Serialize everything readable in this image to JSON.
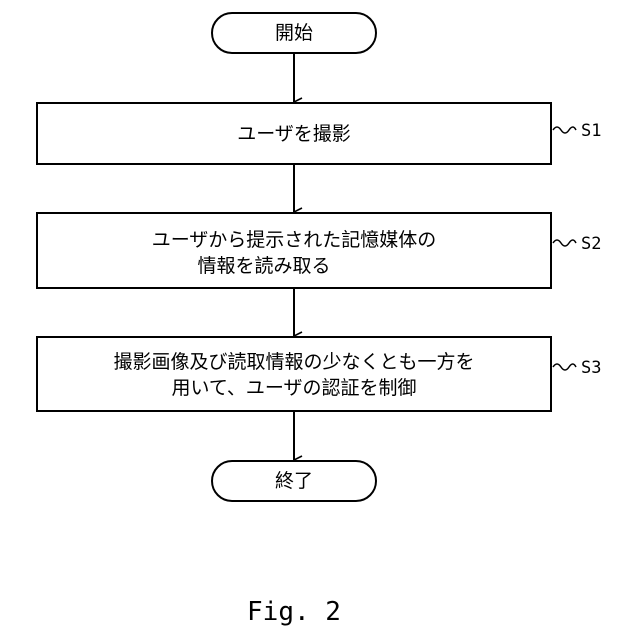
{
  "flowchart": {
    "start": {
      "label": "開始"
    },
    "steps": [
      {
        "id": "S1",
        "lines": [
          "ユーザを撮影"
        ]
      },
      {
        "id": "S2",
        "lines": [
          "ユーザから提示された記憶媒体の",
          "情報を読み取る"
        ]
      },
      {
        "id": "S3",
        "lines": [
          "撮影画像及び読取情報の少なくとも一方を",
          "用いて、ユーザの認証を制御"
        ]
      }
    ],
    "end": {
      "label": "終了"
    }
  },
  "caption": "Fig. 2"
}
